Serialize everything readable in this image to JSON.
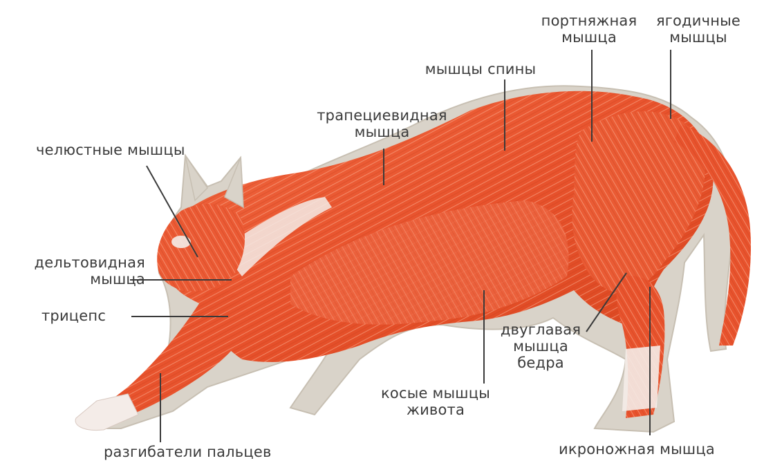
{
  "diagram": {
    "labels": {
      "sartorius": [
        "портняжная",
        "мышца"
      ],
      "gluteal": [
        "ягодичные",
        "мышцы"
      ],
      "back": [
        "мышцы спины"
      ],
      "trapezius": [
        "трапециевидная",
        "мышца"
      ],
      "jaw": [
        "челюстные мышцы"
      ],
      "deltoid": [
        "дельтовидная",
        "мышца"
      ],
      "triceps": [
        "трицепс"
      ],
      "biceps_femoris": [
        "двуглавая",
        "мышца",
        "бедра"
      ],
      "obliques": [
        "косые мышцы",
        "живота"
      ],
      "finger_extensors": [
        "разгибатели пальцев"
      ],
      "gastrocnemius": [
        "икроножная мышца"
      ]
    }
  },
  "colors": {
    "muscle": "#e9552f",
    "muscle_light": "#f47a55",
    "tendon": "#f4ece8",
    "fur": "#d9d3c9",
    "fur_shadow": "#c7bfb2",
    "leader": "#3a3a3a",
    "text": "#3a3a3a"
  }
}
